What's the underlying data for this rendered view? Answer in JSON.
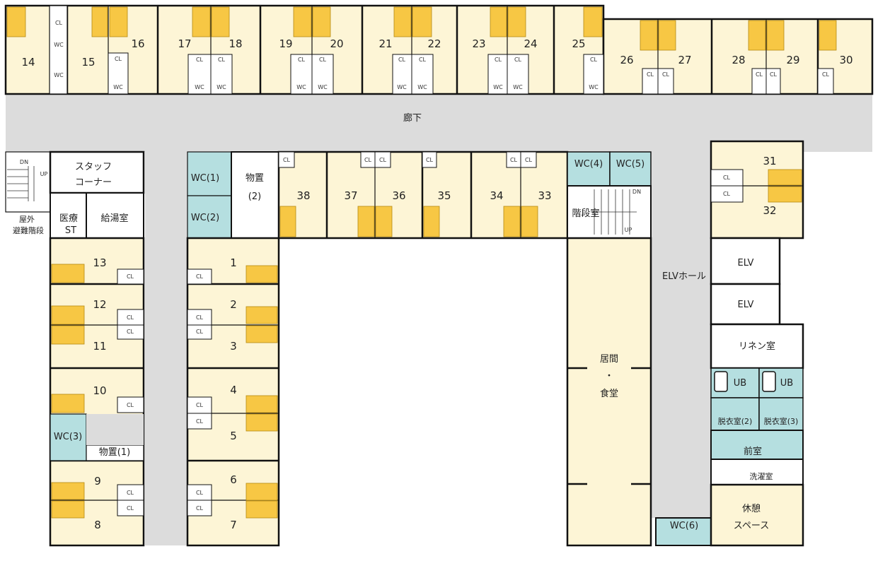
{
  "colors": {
    "room": "#fdf5d6",
    "corridor": "#dcdcdc",
    "water": "#b5dfe0",
    "bed": "#f7c744",
    "wall": "#111111",
    "white": "#ffffff"
  },
  "labels": {
    "corridor": "廊下",
    "staff_corner_1": "スタッフ",
    "staff_corner_2": "コーナー",
    "medical_1": "医療",
    "medical_2": "ST",
    "kitchen": "給湯室",
    "outdoor_stairs_1": "屋外",
    "outdoor_stairs_2": "避難階段",
    "storage2_1": "物置",
    "storage2_2": "(2)",
    "storage1": "物置(1)",
    "wc1": "WC(1)",
    "wc2": "WC(2)",
    "wc3": "WC(3)",
    "wc4": "WC(4)",
    "wc5": "WC(5)",
    "wc6": "WC(6)",
    "stair_room": "階段室",
    "elv_hall": "ELVホール",
    "elv1": "ELV",
    "elv2": "ELV",
    "linen": "リネン室",
    "ub1": "UB",
    "ub2": "UB",
    "dressing2": "脱衣室(2)",
    "dressing3": "脱衣室(3)",
    "anteroom": "前室",
    "laundry": "洗濯室",
    "rest_1": "休憩",
    "rest_2": "スペース",
    "dining_1": "居間",
    "dining_2": "・",
    "dining_3": "食堂",
    "dn": "DN",
    "up": "UP",
    "cl": "CL",
    "wc": "WC"
  },
  "rooms": {
    "r1": "1",
    "r2": "2",
    "r3": "3",
    "r4": "4",
    "r5": "5",
    "r6": "6",
    "r7": "7",
    "r8": "8",
    "r9": "9",
    "r10": "10",
    "r11": "11",
    "r12": "12",
    "r13": "13",
    "r14": "14",
    "r15": "15",
    "r16": "16",
    "r17": "17",
    "r18": "18",
    "r19": "19",
    "r20": "20",
    "r21": "21",
    "r22": "22",
    "r23": "23",
    "r24": "24",
    "r25": "25",
    "r26": "26",
    "r27": "27",
    "r28": "28",
    "r29": "29",
    "r30": "30",
    "r31": "31",
    "r32": "32",
    "r33": "33",
    "r34": "34",
    "r35": "35",
    "r36": "36",
    "r37": "37",
    "r38": "38"
  }
}
